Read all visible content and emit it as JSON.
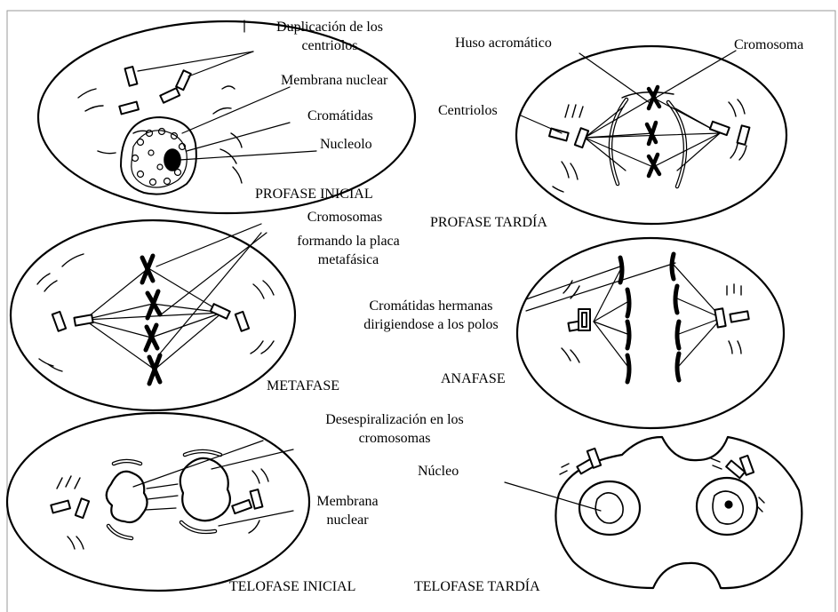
{
  "colors": {
    "ink": "#000000",
    "paper": "#ffffff",
    "border": "#9a9a9a"
  },
  "panels": {
    "profase_inicial": {
      "stage": "PROFASE INICIAL",
      "labels": {
        "duplicacion_l1": "Duplicación de los",
        "duplicacion_l2": "centriolos",
        "membrana": "Membrana nuclear",
        "cromatidas": "Cromátidas",
        "nucleolo": "Nucleolo"
      }
    },
    "profase_tardia": {
      "stage": "PROFASE TARDÍA",
      "labels": {
        "huso": "Huso acromático",
        "cromosoma": "Cromosoma",
        "centriolos": "Centriolos"
      }
    },
    "metafase": {
      "stage": "METAFASE",
      "labels": {
        "placa_l1": "Cromosomas",
        "placa_l2": "formando la placa",
        "placa_l3": "metafásica"
      }
    },
    "anafase": {
      "stage": "ANAFASE",
      "labels": {
        "hermanas_l1": "Cromátidas hermanas",
        "hermanas_l2": "dirigiendose a los polos"
      }
    },
    "telofase_inicial": {
      "stage": "TELOFASE INICIAL",
      "labels": {
        "desesp_l1": "Desespiralización en los",
        "desesp_l2": "cromosomas",
        "membrana_l1": "Membrana",
        "membrana_l2": "nuclear"
      }
    },
    "telofase_tardia": {
      "stage": "TELOFASE TARDÍA",
      "labels": {
        "nucleo": "Núcleo"
      }
    }
  }
}
